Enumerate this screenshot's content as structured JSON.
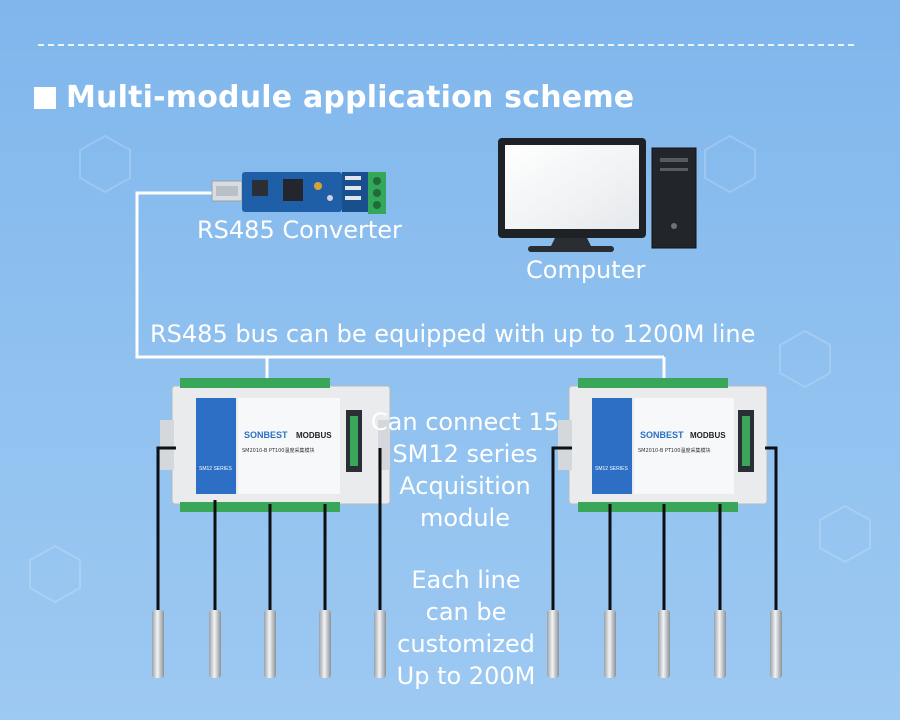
{
  "title": "Multi-module application scheme",
  "labels": {
    "converter": "RS485 Converter",
    "computer": "Computer",
    "bus": "RS485 bus can be equipped with up to 1200M line",
    "connect": [
      "Can connect 15",
      "SM12 series",
      "Acquisition",
      "module"
    ],
    "line": [
      "Each line",
      "can be",
      "customized",
      "Up to 200M"
    ]
  },
  "device": {
    "brand": "SONBEST",
    "protocol": "MODBUS",
    "model_line": "SM2010-B PT100温度采集模块",
    "series": "SM12 SERIES"
  },
  "colors": {
    "background": "#8ec0ef",
    "wire": "#ffffff",
    "module_body": "#e8eaec",
    "module_panel": "#2c6fc4",
    "terminal": "#3aa65a",
    "probe": "#cfd3d8"
  }
}
